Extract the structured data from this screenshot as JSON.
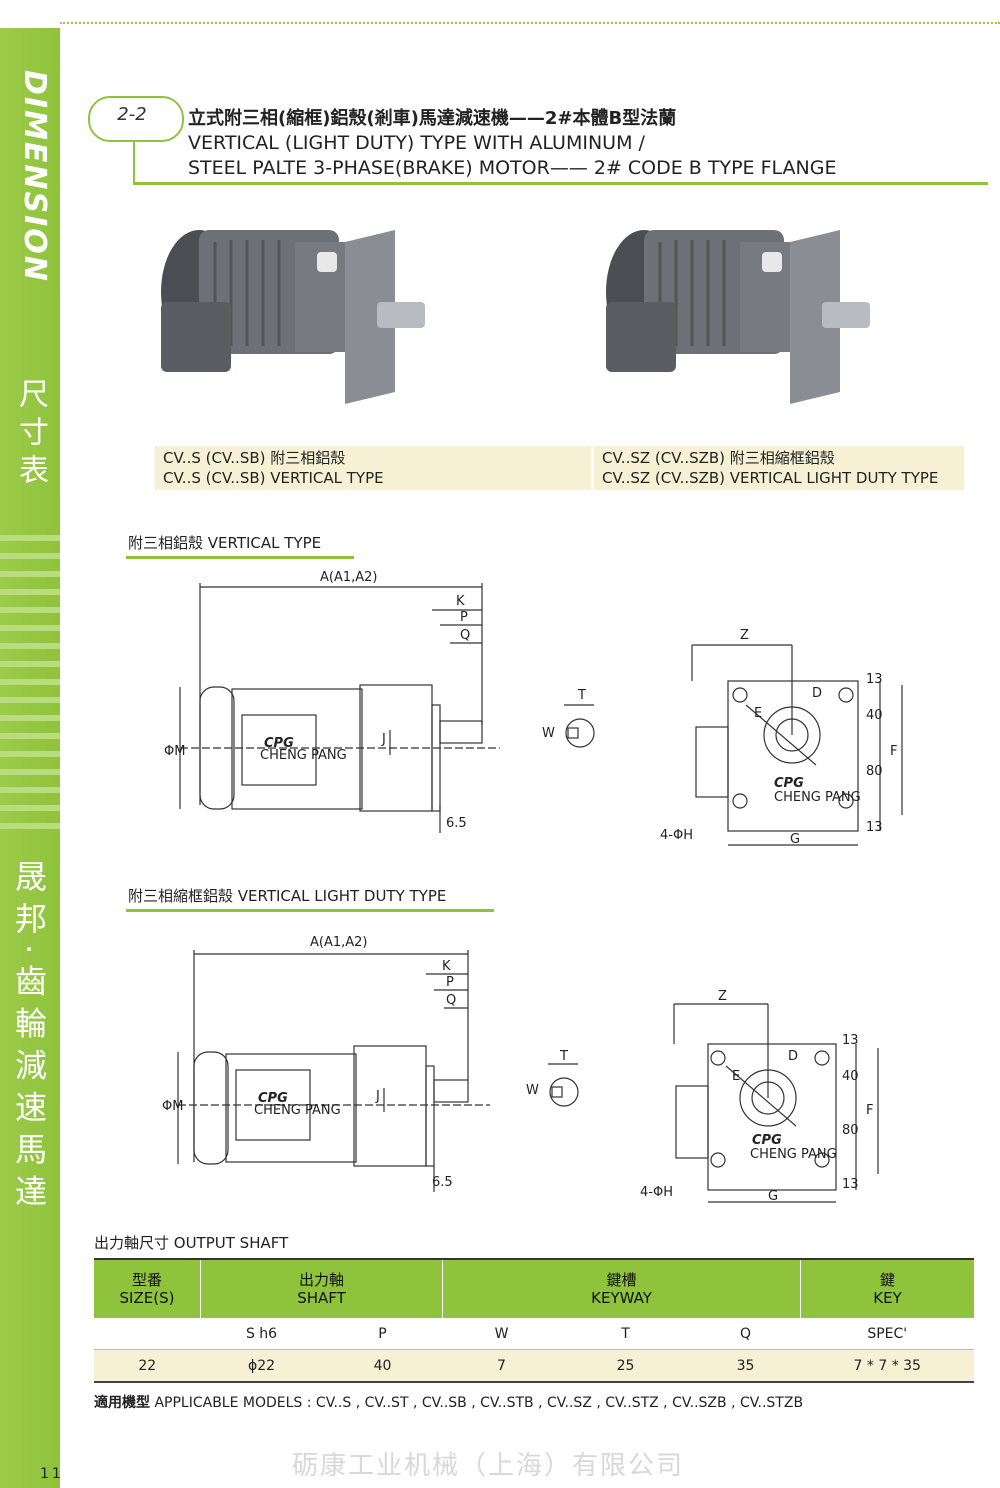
{
  "sidebar": {
    "vertical_en": "DIMENSION",
    "vertical_cn": "尺寸表",
    "brand_cn": "晟邦·齒輪減速馬達"
  },
  "header": {
    "section_no": "2-2",
    "title_cn": "立式附三相(縮框)鋁殼(剎車)馬達減速機——2#本體B型法蘭",
    "title_en_1": "VERTICAL (LIGHT DUTY) TYPE WITH ALUMINUM /",
    "title_en_2": "STEEL PALTE 3-PHASE(BRAKE) MOTOR—— 2# CODE B TYPE FLANGE"
  },
  "products": [
    {
      "line1": "CV..S (CV..SB) 附三相鋁殼",
      "line2": "CV..S (CV..SB) VERTICAL TYPE"
    },
    {
      "line1": "CV..SZ (CV..SZB) 附三相縮框鋁殼",
      "line2": "CV..SZ (CV..SZB) VERTICAL LIGHT DUTY TYPE"
    }
  ],
  "section1": {
    "label": "附三相鋁殼 VERTICAL TYPE",
    "dims": {
      "a": "A(A1,A2)",
      "k": "K",
      "p": "P",
      "q": "Q",
      "m": "ΦM",
      "j": "J",
      "t": "T",
      "w": "W",
      "z": "Z",
      "d": "D",
      "e": "E",
      "f": "F",
      "g": "G",
      "h": "4-ΦH",
      "n13a": "13",
      "n40": "40",
      "n80": "80",
      "n13b": "13",
      "n65": "6.5"
    },
    "logo": "CPG",
    "logo_sub": "CHENG PANG"
  },
  "section2": {
    "label": "附三相縮框鋁殼 VERTICAL LIGHT DUTY TYPE",
    "dims": {
      "a": "A(A1,A2)",
      "k": "K",
      "p": "P",
      "q": "Q",
      "m": "ΦM",
      "j": "J",
      "t": "T",
      "w": "W",
      "z": "Z",
      "d": "D",
      "e": "E",
      "f": "F",
      "g": "G",
      "h": "4-ΦH",
      "n13a": "13",
      "n40": "40",
      "n80": "80",
      "n13b": "13",
      "n65": "6.5"
    },
    "logo": "CPG",
    "logo_sub": "CHENG PANG"
  },
  "output_shaft": {
    "title": "出力軸尺寸  OUTPUT SHAFT",
    "headers": {
      "size_cn": "型番",
      "size_en": "SIZE(S)",
      "shaft_cn": "出力軸",
      "shaft_en": "SHAFT",
      "keyway_cn": "鍵槽",
      "keyway_en": "KEYWAY",
      "key_cn": "鍵",
      "key_en": "KEY"
    },
    "subheaders": [
      "",
      "S h6",
      "P",
      "W",
      "T",
      "Q",
      "SPEC'"
    ],
    "row": [
      "22",
      "ϕ22",
      "40",
      "7",
      "25",
      "35",
      "7 * 7 * 35"
    ]
  },
  "applicable": {
    "label": "適用機型",
    "text": "APPLICABLE MODELS : CV..S , CV..ST , CV..SB , CV..STB , CV..SZ , CV..STZ , CV..SZB , CV..STZB"
  },
  "footer": {
    "watermark": "砺康工业机械（上海）有限公司",
    "page_number": "11"
  },
  "colors": {
    "accent": "#8fc33c",
    "band": "#f6f1d4"
  }
}
